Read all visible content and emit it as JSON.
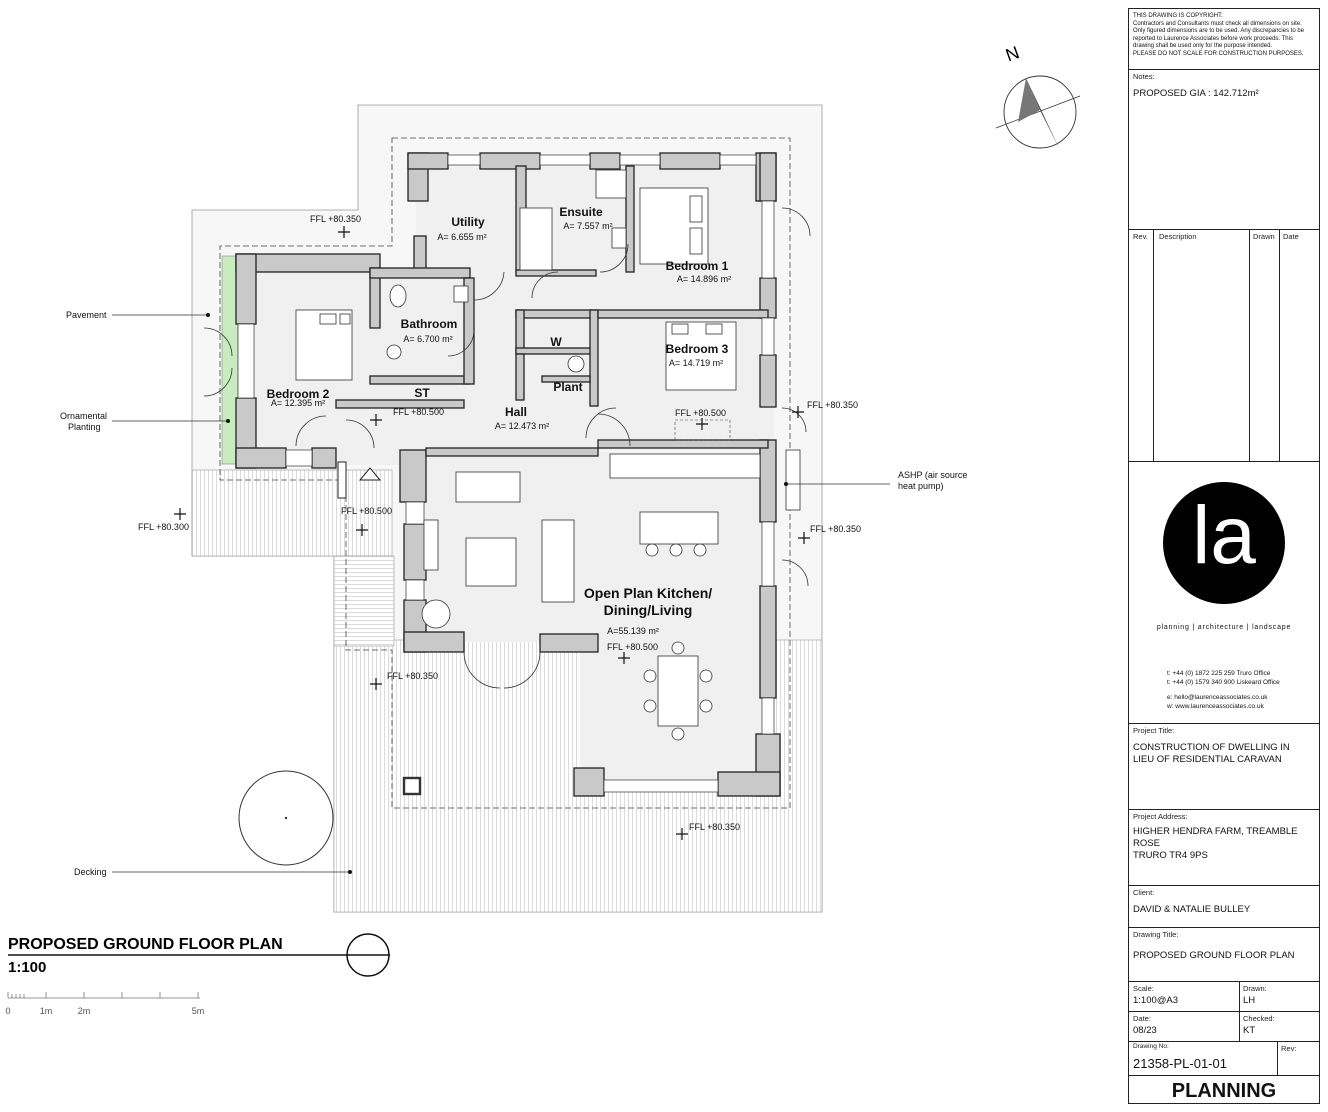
{
  "drawing": {
    "title": "PROPOSED GROUND FLOOR PLAN",
    "scale": "1:100",
    "scale_bar_labels": [
      "0",
      "1m",
      "2m",
      "5m"
    ],
    "north": "N"
  },
  "rooms": {
    "utility": {
      "name": "Utility",
      "area": "A= 6.655 m²"
    },
    "ensuite": {
      "name": "Ensuite",
      "area": "A= 7.557 m²"
    },
    "bedroom1": {
      "name": "Bedroom 1",
      "area": "A= 14.896 m²"
    },
    "bathroom": {
      "name": "Bathroom",
      "area": "A= 6.700 m²"
    },
    "bedroom2": {
      "name": "Bedroom 2",
      "area": "A= 12.395 m²"
    },
    "bedroom3": {
      "name": "Bedroom 3",
      "area": "A= 14.719 m²"
    },
    "hall": {
      "name": "Hall",
      "area": "A= 12.473 m²"
    },
    "w": {
      "name": "W"
    },
    "plant": {
      "name": "Plant"
    },
    "st": {
      "name": "ST"
    },
    "kitchen": {
      "name1": "Open Plan Kitchen/",
      "name2": "Dining/Living",
      "area": "A=55.139 m²"
    }
  },
  "levels": {
    "l1": "FFL +80.350",
    "l2": "FFL +80.500",
    "l3": "FFL +80.500",
    "l4": "FFL +80.350",
    "l5": "FFL +80.300",
    "l6": "FFL +80.500",
    "l7": "FFL +80.350",
    "l8": "FFL +80.500",
    "l9": "FFL +80.350",
    "l10": "FFL +80.350"
  },
  "annotations": {
    "pavement": "Pavement",
    "planting1": "Ornamental",
    "planting2": "Planting",
    "decking": "Decking",
    "ashp1": "ASHP (air source",
    "ashp2": "heat pump)"
  },
  "titleblock": {
    "copyright": "THIS DRAWING IS COPYRIGHT.\nContractors and Consultants must check all dimensions on site.\nOnly figured dimensions are to be used.  Any discrepancies to be\nreported to Laurence Associates before work proceeds.  This\ndrawing shall be used only for the purpose intended.\nPLEASE DO NOT SCALE FOR CONSTRUCTION PURPOSES.",
    "notes_label": "Notes:",
    "notes_text": "PROPOSED GIA : 142.712m²",
    "rev_label": "Rev.",
    "desc_label": "Description",
    "drawn_col_label": "Drawn",
    "date_col_label": "Date",
    "logo_text": "la",
    "tagline": "planning | architecture | landscape",
    "phone1": "t:   +44 (0) 1872 225 259  Truro Office",
    "phone2": "t:   +44 (0) 1579 340 900  Liskeard Office",
    "email": "e:  hello@laurenceassociates.co.uk",
    "web": "w: www.laurenceassociates.co.uk",
    "project_title_label": "Project Title:",
    "project_title": "CONSTRUCTION OF DWELLING IN\nLIEU OF RESIDENTIAL CARAVAN",
    "project_address_label": "Project Address:",
    "project_address": "HIGHER HENDRA FARM, TREAMBLE\nROSE\nTRURO TR4 9PS",
    "client_label": "Client:",
    "client": "DAVID & NATALIE BULLEY",
    "drawing_title_label": "Drawing Title:",
    "drawing_title": "PROPOSED GROUND FLOOR PLAN",
    "scale_label": "Scale:",
    "scale": "1:100@A3",
    "drawn_label": "Drawn:",
    "drawn": "LH",
    "date_label": "Date:",
    "date": "08/23",
    "checked_label": "Checked:",
    "checked": "KT",
    "drawing_no_label": "Drawing No:",
    "drawing_no": "21358-PL-01-01",
    "rev_no_label": "Rev:",
    "status": "PLANNING"
  },
  "colors": {
    "wall": "#c9c9c9",
    "wall_stroke": "#222222",
    "floor": "#efefef",
    "planting": "#c9ebc0",
    "grid_line": "#bdbdbd"
  }
}
